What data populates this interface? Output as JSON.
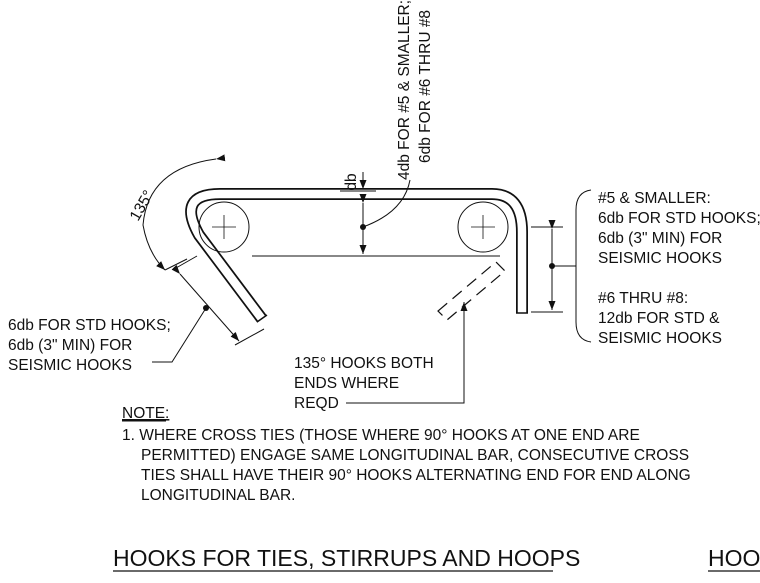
{
  "labels": {
    "angle": "135°",
    "db": "db",
    "top_line1": "4db FOR #5 & SMALLER;",
    "top_line2": "6db FOR #6 THRU #8",
    "left_lines": [
      "6db FOR STD HOOKS;",
      "6db (3\" MIN) FOR",
      "SEISMIC HOOKS"
    ],
    "right_group1": [
      "#5 & SMALLER:",
      "6db FOR STD HOOKS;",
      "6db (3\" MIN) FOR",
      "SEISMIC HOOKS"
    ],
    "right_group2": [
      "#6 THRU #8:",
      "12db FOR STD &",
      "SEISMIC HOOKS"
    ],
    "hooks_note": [
      "135° HOOKS BOTH",
      "ENDS WHERE",
      "REQD"
    ]
  },
  "note": {
    "heading": "NOTE:",
    "lines": [
      "1. WHERE CROSS TIES (THOSE WHERE 90° HOOKS AT ONE END ARE",
      "PERMITTED) ENGAGE SAME LONGITUDINAL BAR, CONSECUTIVE CROSS",
      "TIES SHALL HAVE THEIR 90° HOOKS ALTERNATING END FOR END ALONG",
      "LONGITUDINAL BAR."
    ]
  },
  "title": "HOOKS FOR TIES, STIRRUPS AND HOOPS",
  "title_cut": "HOOK",
  "colors": {
    "ink": "#111111",
    "bar_fill": "#ffffff"
  }
}
